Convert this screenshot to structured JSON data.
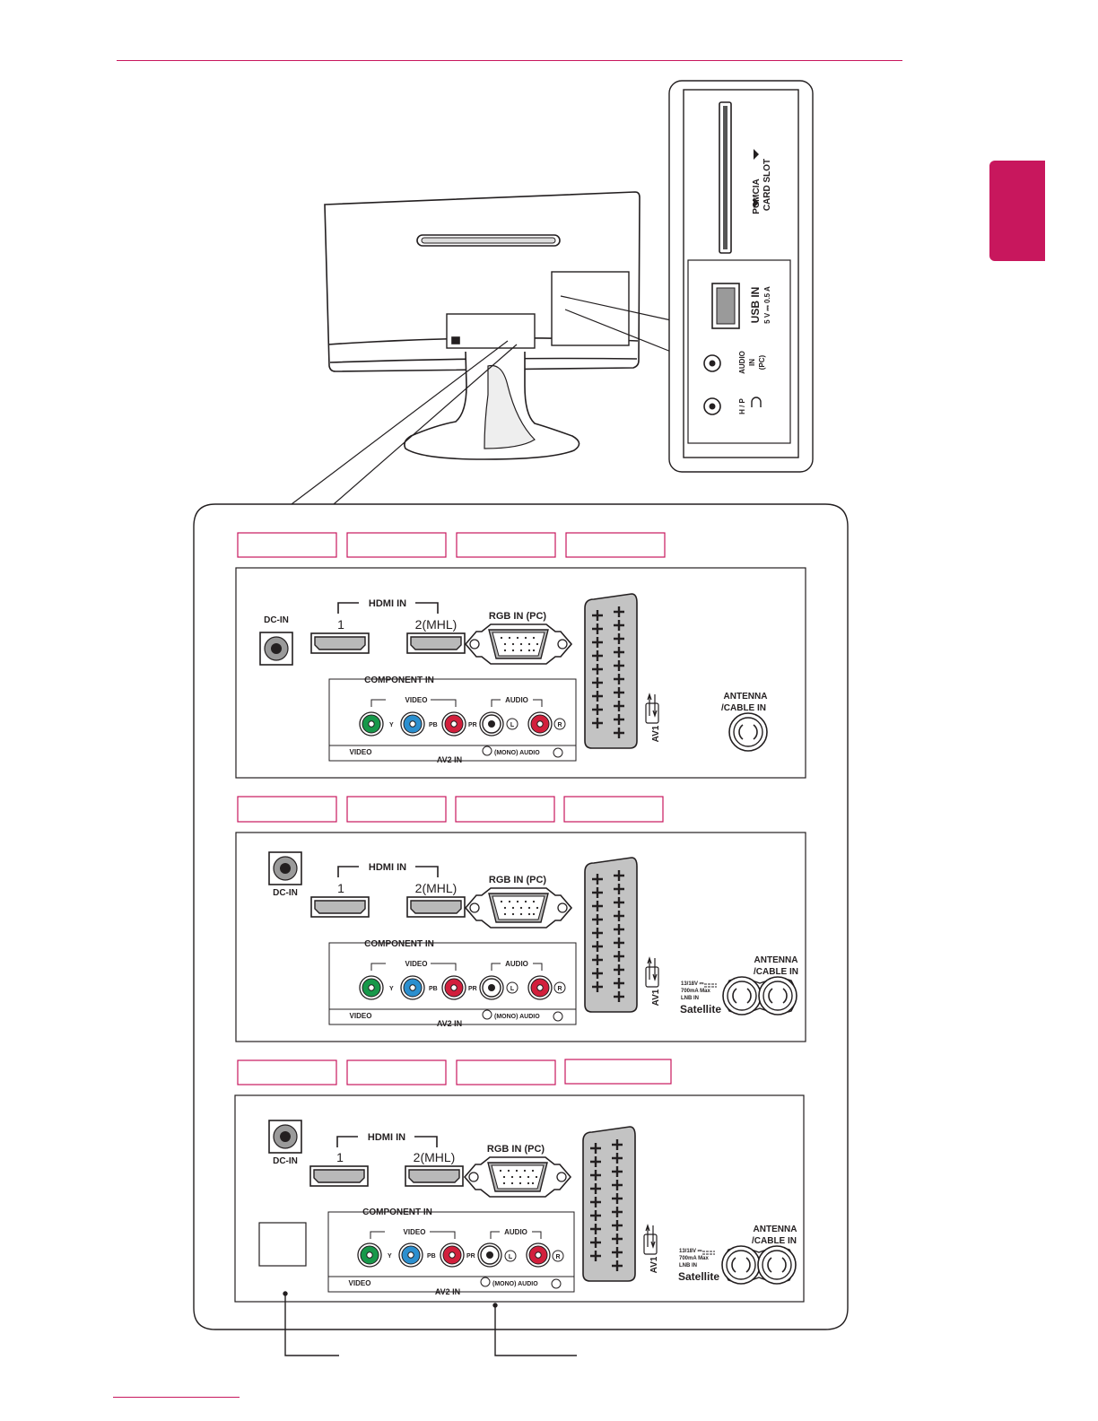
{
  "colors": {
    "accent": "#c8175d",
    "line": "#231f20",
    "port_gray": "#b9b9b9"
  },
  "side_panel": {
    "pcmcia_line1": "PCMCIA",
    "pcmcia_line2": "CARD SLOT",
    "usb_label": "USB IN",
    "usb_spec": "5 V ⎓ 0.5 A",
    "audio_line1": "AUDIO",
    "audio_line2": "IN",
    "audio_line3": "(PC)",
    "hp_label": "H / P"
  },
  "panels": [
    {
      "dc_in": "DC-IN",
      "hdmi_in": "HDMI  IN",
      "hdmi_1": "1",
      "hdmi_2": "2(MHL)",
      "rgb_in": "RGB IN (PC)",
      "component_in": "COMPONENT IN",
      "video_group": "VIDEO",
      "audio_group": "AUDIO",
      "y": "Y",
      "pb": "PB",
      "pr": "PR",
      "l": "L",
      "r": "R",
      "video_bottom": "VIDEO",
      "av2_in": "AV2 IN",
      "mono_audio": "(MONO)  AUDIO",
      "av1": "AV1",
      "antenna_1": "ANTENNA",
      "antenna_2": "/CABLE IN"
    },
    {
      "dc_in": "DC-IN",
      "hdmi_in": "HDMI  IN",
      "hdmi_1": "1",
      "hdmi_2": "2(MHL)",
      "rgb_in": "RGB IN (PC)",
      "component_in": "COMPONENT IN",
      "video_group": "VIDEO",
      "audio_group": "AUDIO",
      "y": "Y",
      "pb": "PB",
      "pr": "PR",
      "l": "L",
      "r": "R",
      "video_bottom": "VIDEO",
      "av2_in": "AV2 IN",
      "mono_audio": "(MONO)  AUDIO",
      "av1": "AV1",
      "antenna_1": "ANTENNA",
      "antenna_2": "/CABLE IN",
      "lnb_1": "13/18V ⎓",
      "lnb_2": "700mA Max",
      "lnb_3": "LNB IN",
      "satellite": "Satellite"
    },
    {
      "dc_in": "DC-IN",
      "hdmi_in": "HDMI  IN",
      "hdmi_1": "1",
      "hdmi_2": "2(MHL)",
      "rgb_in": "RGB IN (PC)",
      "component_in": "COMPONENT IN",
      "video_group": "VIDEO",
      "audio_group": "AUDIO",
      "y": "Y",
      "pb": "PB",
      "pr": "PR",
      "l": "L",
      "r": "R",
      "video_bottom": "VIDEO",
      "av2_in": "AV2 IN",
      "mono_audio": "(MONO)  AUDIO",
      "av1": "AV1",
      "antenna_1": "ANTENNA",
      "antenna_2": "/CABLE IN",
      "lnb_1": "13/18V ⎓",
      "lnb_2": "700mA Max",
      "lnb_3": "LNB IN",
      "satellite": "Satellite"
    }
  ]
}
